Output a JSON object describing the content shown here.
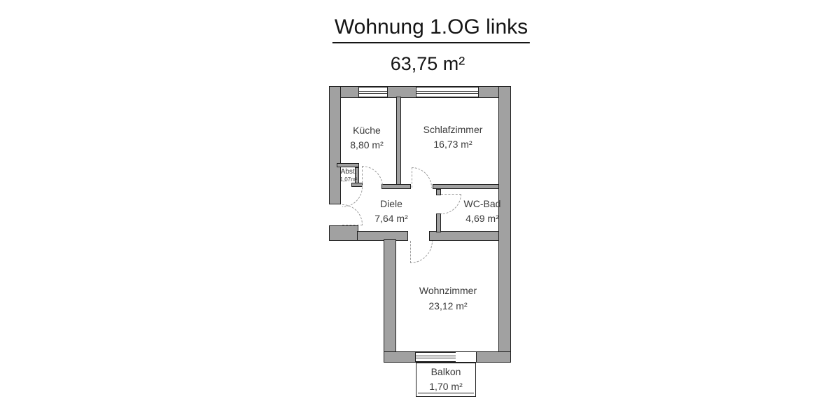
{
  "title": {
    "text": "Wohnung 1.OG links",
    "total_area": "63,75 m²"
  },
  "rooms": [
    {
      "id": "kueche",
      "name": "Küche",
      "area": "8,80 m²"
    },
    {
      "id": "schlafzimmer",
      "name": "Schlafzimmer",
      "area": "16,73 m²"
    },
    {
      "id": "abstellraum",
      "name": "Abst.",
      "area": "1,07m²"
    },
    {
      "id": "diele",
      "name": "Diele",
      "area": "7,64 m²"
    },
    {
      "id": "wc_bad",
      "name": "WC-Bad",
      "area": "4,69 m²"
    },
    {
      "id": "wohnzimmer",
      "name": "Wohnzimmer",
      "area": "23,12 m²"
    },
    {
      "id": "balkon",
      "name": "Balkon",
      "area": "1,70 m²"
    }
  ],
  "colors": {
    "background": "#ffffff",
    "wall_fill": "#a1a1a1",
    "wall_outline": "#1f1f1f",
    "door_dash": "#9a9a9a",
    "label_text": "#3a3a3a",
    "title_text": "#151515"
  }
}
